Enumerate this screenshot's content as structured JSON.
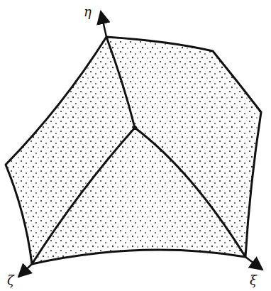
{
  "diagram": {
    "labels": [
      "η",
      "ξ",
      "ζ"
    ]
  }
}
